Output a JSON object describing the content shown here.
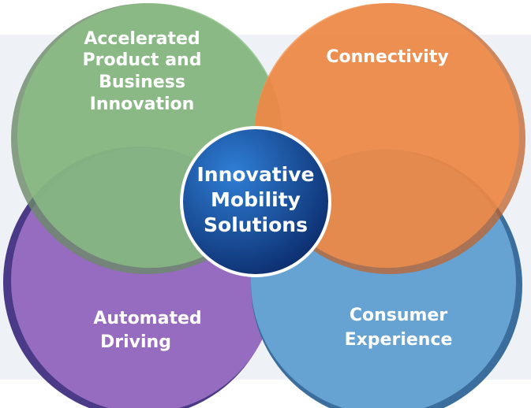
{
  "diagram": {
    "center": {
      "lines": [
        "Innovative",
        "Mobility",
        "Solutions"
      ],
      "color": "#1a4f9c"
    },
    "circles": [
      {
        "id": "accelerated",
        "lines": [
          "Accelerated",
          "Product and",
          "Business",
          "Innovation"
        ],
        "color": "#8bbf86"
      },
      {
        "id": "connectivity",
        "lines": [
          "Connectivity"
        ],
        "color": "#f7914c"
      },
      {
        "id": "automated",
        "lines": [
          "Automated",
          "Driving"
        ],
        "color": "#9a6fc3"
      },
      {
        "id": "consumer",
        "lines": [
          "Consumer",
          "Experience"
        ],
        "color": "#6ba8d8"
      }
    ]
  }
}
